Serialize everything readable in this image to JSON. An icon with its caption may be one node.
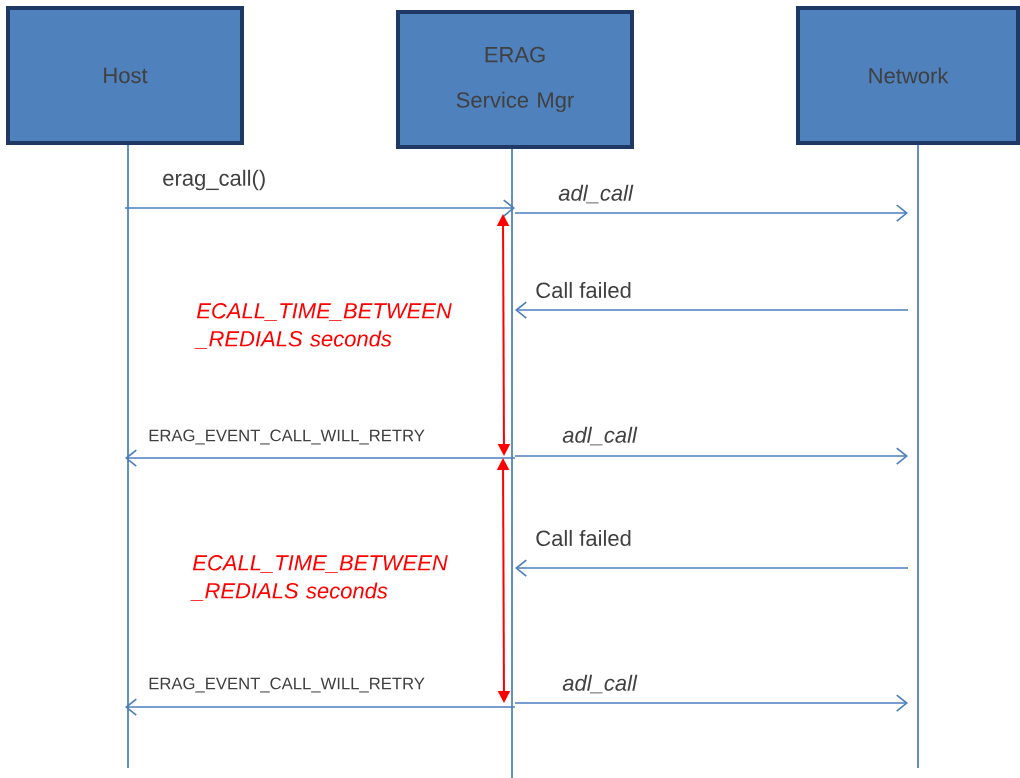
{
  "diagram": {
    "nodes": [
      {
        "text": [
          "Host"
        ]
      },
      {
        "text": [
          "ERAG Service Mgr"
        ]
      },
      {
        "text": [
          "Network"
        ]
      }
    ],
    "edges": [
      {
        "from": 0,
        "to": 1,
        "arrow": "to",
        "label": "erag_call()"
      },
      {
        "from": 1,
        "to": 2,
        "arrow": "to",
        "label": "adl_call"
      },
      {
        "from": 2,
        "to": 1,
        "arrow": "to",
        "label": "Call failed"
      },
      {
        "from": 1,
        "to": 0,
        "arrow": "to",
        "label": "ERAG_EVENT_CALL_WILL_RETRY"
      },
      {
        "from": 1,
        "to": 2,
        "arrow": "to",
        "label": "adl_call"
      },
      {
        "from": 2,
        "to": 1,
        "arrow": "to",
        "label": "Call failed"
      },
      {
        "from": 1,
        "to": 0,
        "arrow": "to",
        "label": "ERAG_EVENT_CALL_WILL_RETRY"
      },
      {
        "from": 1,
        "to": 2,
        "arrow": "to",
        "label": "adl_call"
      }
    ],
    "labels": [
      "ECALL_TIME_BETWEEN _REDIALS seconds",
      "ECALL_TIME_BETWEEN _REDIALS seconds"
    ]
  }
}
